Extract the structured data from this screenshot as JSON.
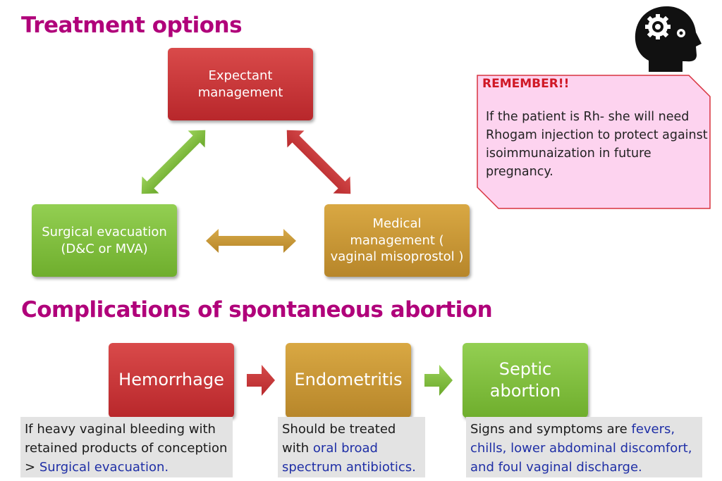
{
  "treatment": {
    "heading": "Treatment options",
    "expectant": "Expectant management",
    "surgical": "Surgical evacuation (D&C or MVA)",
    "medical": "Medical management ( vaginal misoprostol )"
  },
  "reminder": {
    "title": "REMEMBER!!",
    "text": "If the patient is Rh- she will need Rhogam injection to protect against isoimmunaization in future pregnancy."
  },
  "complications": {
    "heading": "Complications of spontaneous abortion",
    "steps": [
      {
        "label": "Hemorrhage",
        "color": "#c13539"
      },
      {
        "label": "Endometritis",
        "color": "#c8962f"
      },
      {
        "label": "Septic abortion",
        "color": "#7dbd3a"
      }
    ],
    "notes": [
      {
        "plain": "If heavy vaginal bleeding with retained products of conception > ",
        "highlight": "Surgical evacuation."
      },
      {
        "plain": "Should be treated with ",
        "highlight": "oral broad spectrum antibiotics."
      },
      {
        "plain": "Signs and symptoms are ",
        "highlight": "fevers, chills, lower abdominal discomfort, and foul vaginal discharge."
      }
    ]
  },
  "icons": {
    "head": "head-gear-icon"
  },
  "colors": {
    "heading": "#b0007a",
    "highlight": "#1f2fa6",
    "reminder_bg": "#fdd3ef",
    "reminder_border": "#d8333f"
  }
}
